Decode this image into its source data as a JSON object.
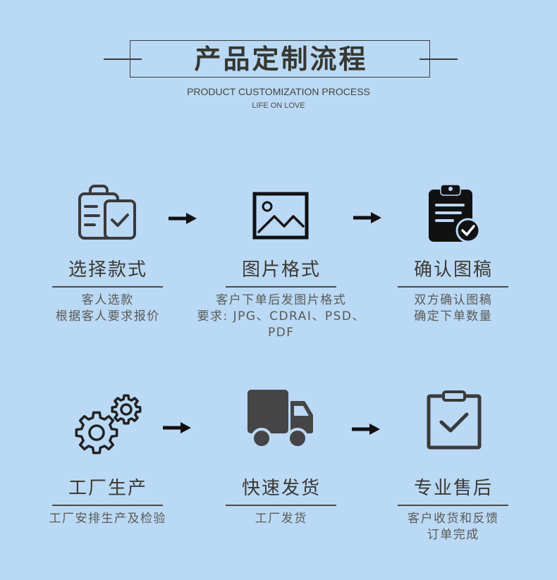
{
  "header": {
    "title": "产品定制流程",
    "subtitle": "PRODUCT CUSTOMIZATION PROCESS",
    "tagline": "LIFE ON LOVE"
  },
  "colors": {
    "background": "#bad9f5",
    "heading": "#37372f",
    "body_text": "#5a5a55",
    "icon": "#3a3a3a",
    "arrow": "#111111"
  },
  "arrow_icon": "arrow-right-icon",
  "steps": [
    {
      "icon": "bag-checklist-icon",
      "title": "选择款式",
      "desc": [
        "客人选款",
        "根据客人要求报价"
      ]
    },
    {
      "icon": "image-icon",
      "title": "图片格式",
      "desc": [
        "客户下单后发图片格式",
        "要求: JPG、CDRAI、PSD、",
        "PDF"
      ]
    },
    {
      "icon": "clipboard-check-badge-icon",
      "title": "确认图稿",
      "desc": [
        "双方确认图稿",
        "确定下单数量"
      ]
    },
    {
      "icon": "gears-icon",
      "title": "工厂生产",
      "desc": [
        "工厂安排生产及检验"
      ]
    },
    {
      "icon": "truck-icon",
      "title": "快速发货",
      "desc": [
        "工厂发货"
      ]
    },
    {
      "icon": "clipboard-check-icon",
      "title": "专业售后",
      "desc": [
        "客户收货和反馈",
        "订单完成"
      ]
    }
  ]
}
